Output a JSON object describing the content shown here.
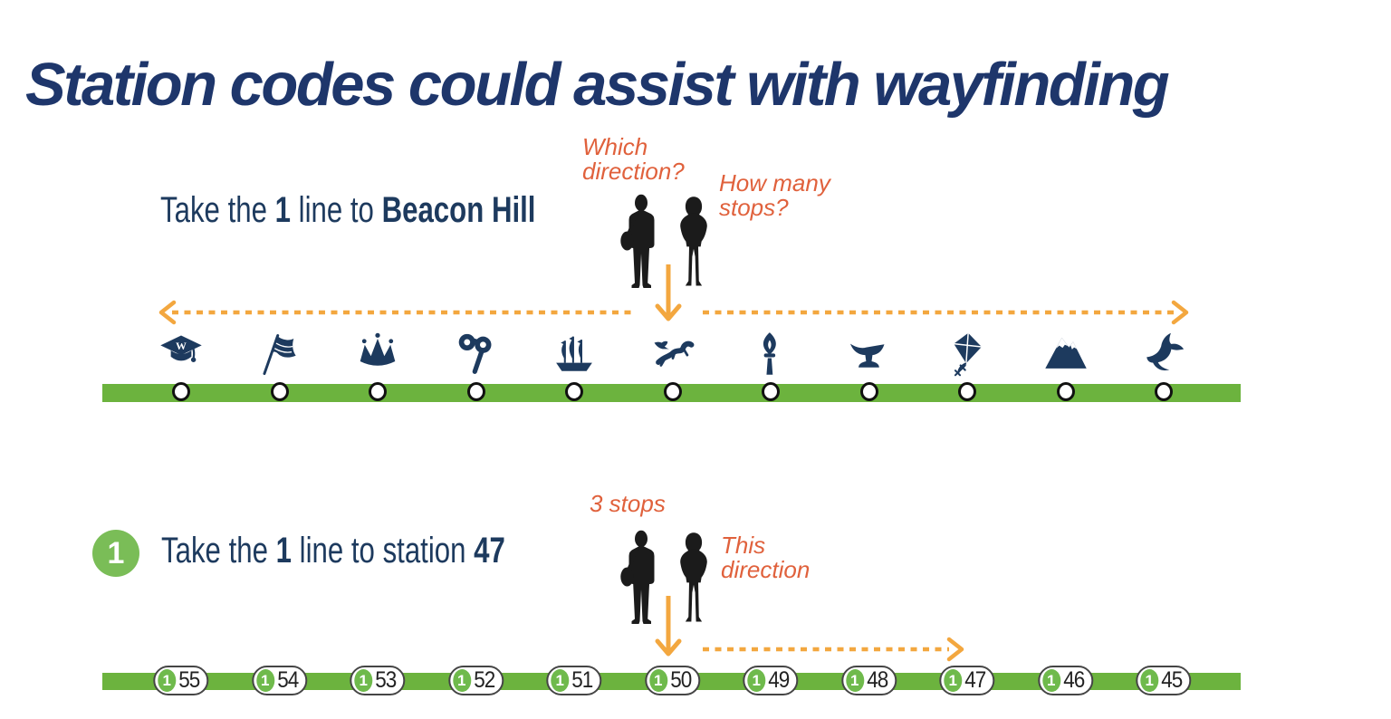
{
  "title": "Station codes could assist with wayfinding",
  "colors": {
    "title_navy": "#1e366b",
    "text_navy": "#1d3a5e",
    "icon_navy": "#1d3a5e",
    "line_green": "#6cb33e",
    "badge_green": "#6fba4c",
    "arrow_amber": "#f3a73f",
    "annotation_orange": "#e0613c",
    "silhouette_black": "#1b1b1b"
  },
  "top": {
    "instruction": {
      "prefix": "Take the ",
      "line_number": "1",
      "middle": " line to ",
      "destination": "Beacon Hill"
    },
    "question_direction": "Which\ndirection?",
    "question_stops": "How many\nstops?",
    "stations": [
      "graduation-cap-w",
      "flag",
      "crown",
      "binoculars",
      "ship",
      "dragon",
      "torch",
      "anvil",
      "kite",
      "mountain",
      "bird"
    ]
  },
  "bottom": {
    "step_number": "1",
    "instruction": {
      "prefix": "Take the ",
      "line_number": "1",
      "middle": " line to station ",
      "station_code": "47"
    },
    "stops_label": "3 stops",
    "direction_label": "This\ndirection",
    "line_badge": "1",
    "station_codes": [
      "55",
      "54",
      "53",
      "52",
      "51",
      "50",
      "49",
      "48",
      "47",
      "46",
      "45"
    ]
  }
}
